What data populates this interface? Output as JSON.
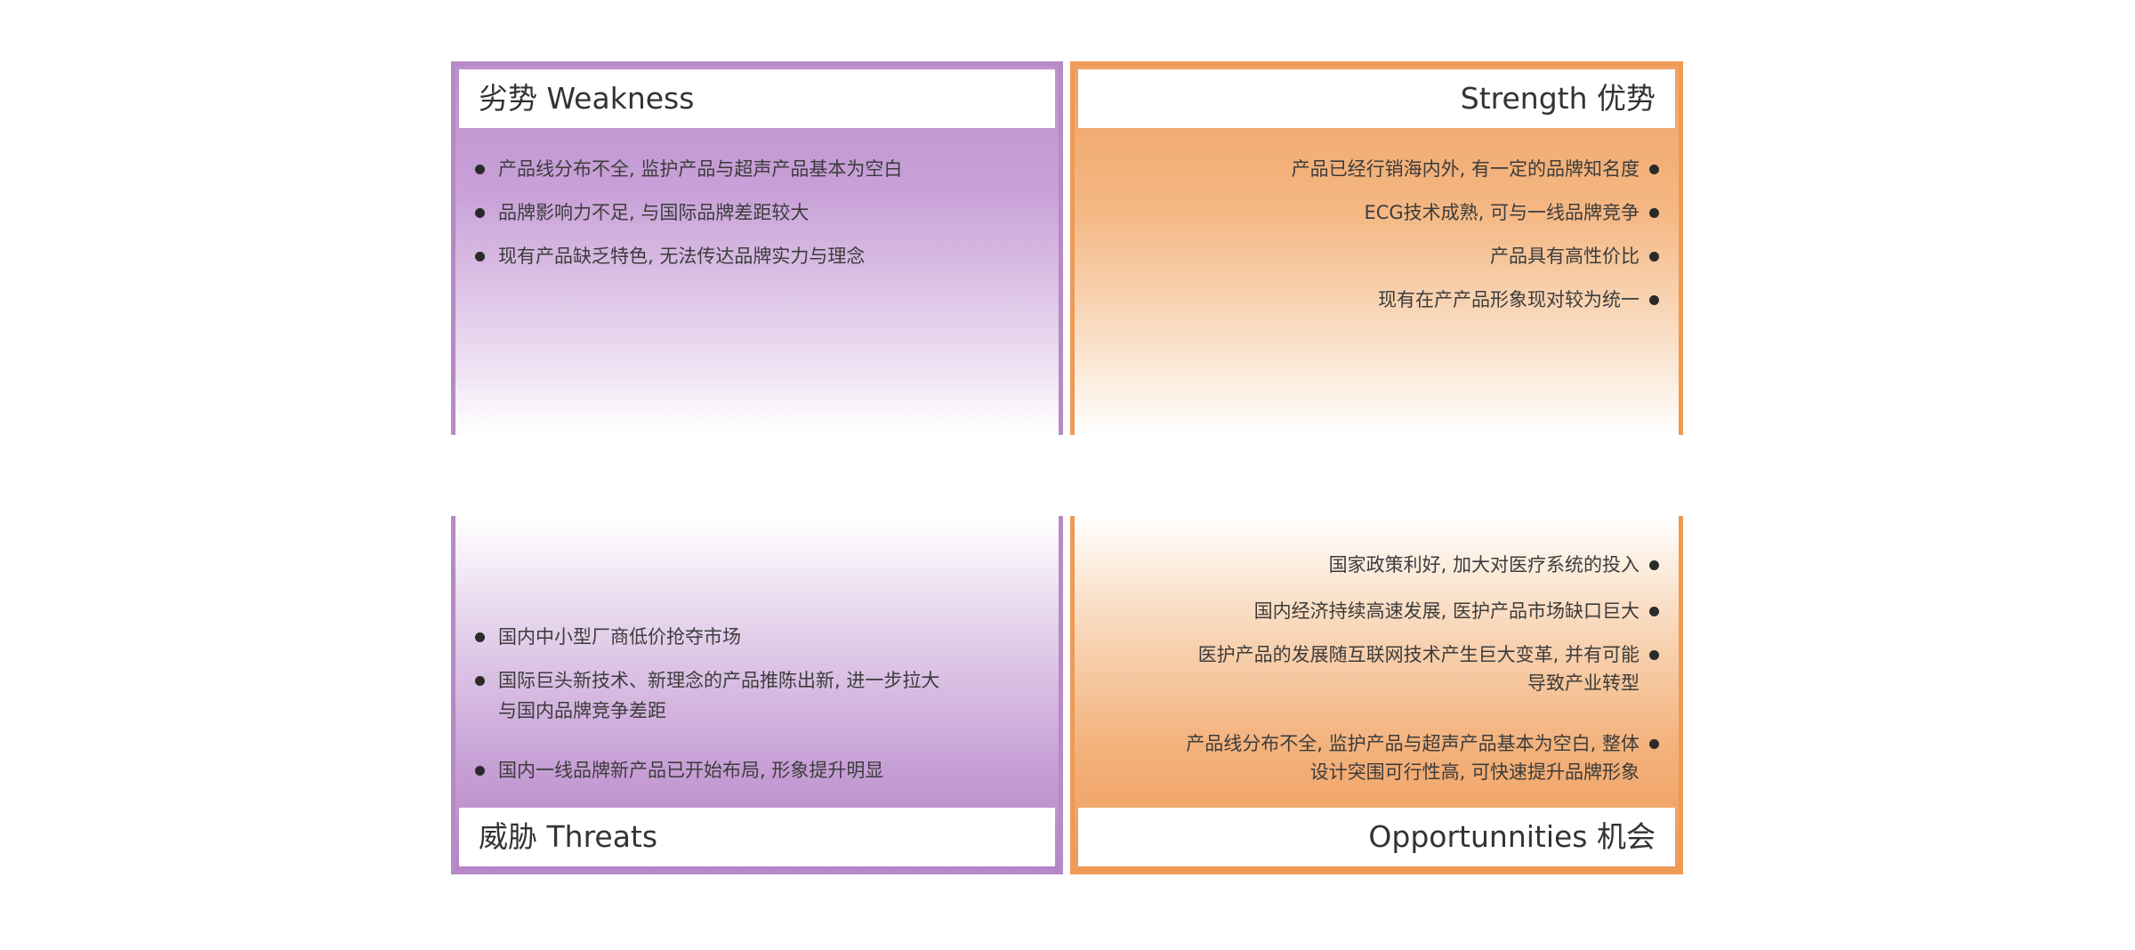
{
  "weakness": {
    "title": "劣势 Weakness",
    "items": [
      "产品线分布不全, 监护产品与超声产品基本为空白",
      "品牌影响力不足, 与国际品牌差距较大",
      "现有产品缺乏特色, 无法传达品牌实力与理念"
    ]
  },
  "strength": {
    "title": "Strength 优势",
    "items": [
      "产品已经行销海内外, 有一定的品牌知名度",
      "ECG技术成熟, 可与一线品牌竞争",
      "产品具有高性价比",
      "现有在产产品形象现对较为统一"
    ]
  },
  "threats": {
    "title": "威胁 Threats",
    "items": [
      "国内中小型厂商低价抢夺市场",
      "国际巨头新技术、新理念的产品推陈出新, 进一步拉大",
      "与国内品牌竞争差距",
      "国内一线品牌新产品已开始布局, 形象提升明显"
    ]
  },
  "opportunities": {
    "title": "Opportunnities 机会",
    "items": [
      "国家政策利好, 加大对医疗系统的投入",
      "国内经济持续高速发展, 医护产品市场缺口巨大",
      "医护产品的发展随互联网技术产生巨大变革, 并有可能",
      "导致产业转型",
      "产品线分布不全, 监护产品与超声产品基本为空白, 整体",
      "设计突围可行性高, 可快速提升品牌形象"
    ]
  },
  "colors": {
    "weakness": "#b58ac6",
    "strength": "#ee9a55"
  }
}
